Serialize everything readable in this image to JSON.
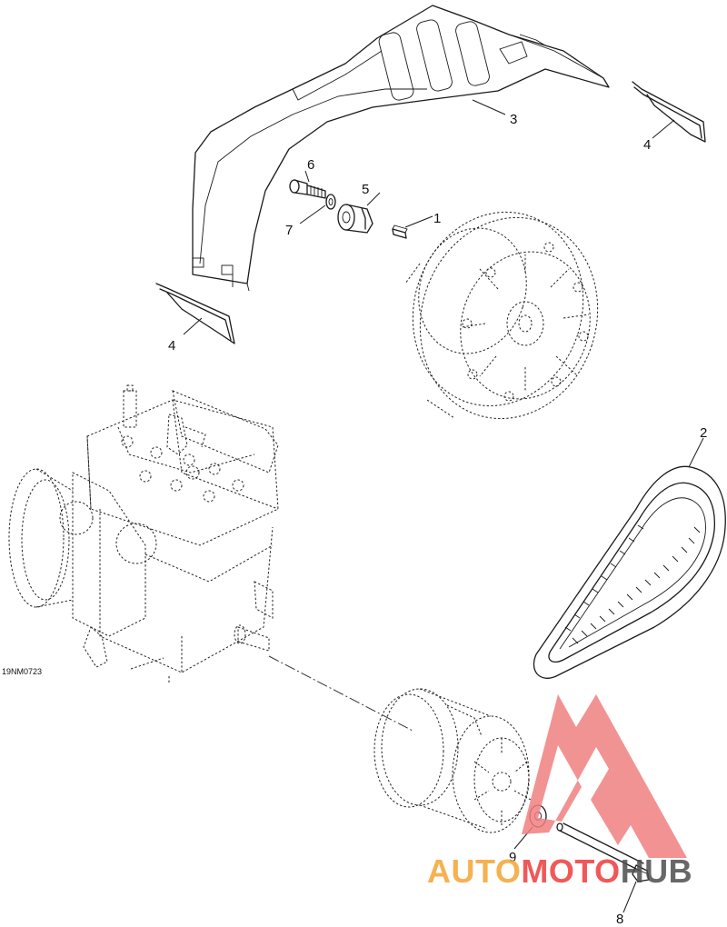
{
  "diagram": {
    "drawing_code": "19NM0723",
    "callouts": [
      "1",
      "2",
      "3",
      "4",
      "4",
      "5",
      "6",
      "7",
      "8",
      "9"
    ]
  },
  "watermark": {
    "text_part1": "AUTO",
    "text_part2": "MOTO",
    "text_part3": "HUB",
    "colors": {
      "orange": "#f3a534",
      "red": "#ee3d3d",
      "gray": "#4d4d4d",
      "logo_red": "#f08080"
    }
  }
}
